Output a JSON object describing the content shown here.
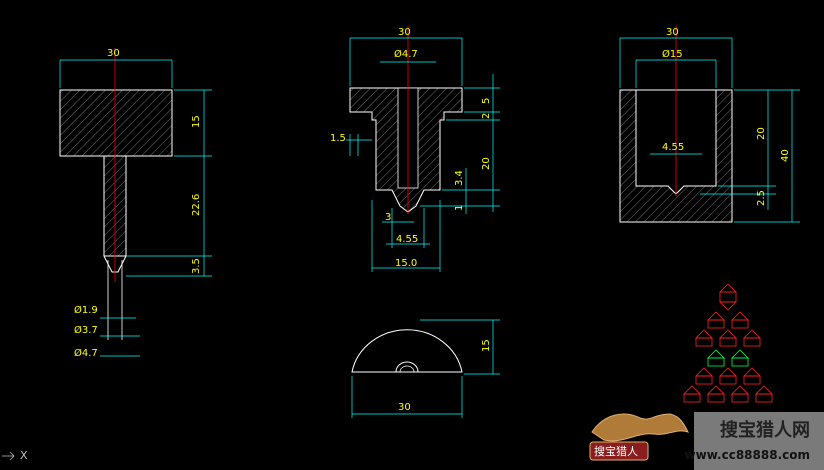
{
  "drawing": {
    "part1": {
      "width": "30",
      "h1": "15",
      "h2": "22.6",
      "h3": "3.5",
      "d1": "Ø1.9",
      "d2": "Ø3.7",
      "d3": "Ø4.7"
    },
    "part2": {
      "width": "30",
      "bore": "Ø4.7",
      "h1": "5",
      "h2": "2",
      "h3": "20",
      "h4": "3.4",
      "h5": "1",
      "step": "1.5",
      "d3": "3",
      "w455": "4.55",
      "w15": "15.0"
    },
    "part3": {
      "width": "30",
      "bore": "Ø15",
      "h20": "20",
      "h40": "40",
      "h25": "2.5",
      "w455": "4.55"
    },
    "part4": {
      "width": "30",
      "height": "15"
    }
  },
  "watermark": {
    "line1": "搜宝猎人网",
    "line2": "www.cc88888.com",
    "logo_text": "搜宝猎人"
  },
  "ucs_label": "X",
  "colors": {
    "outline": "#ffffff",
    "dimension": "#00ffff",
    "text": "#ffff00",
    "center": "#ff0000",
    "hatch": "#ffffff"
  }
}
